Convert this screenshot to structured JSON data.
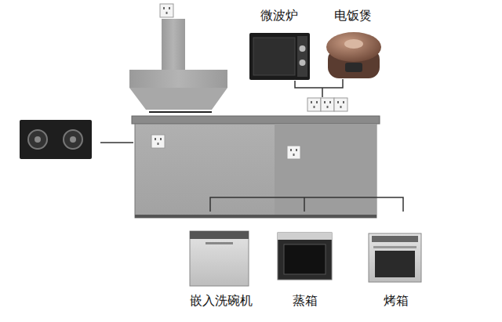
{
  "diagram": {
    "nodes": [
      {
        "text": [
          "微波炉"
        ]
      },
      {
        "text": [
          "电饭煲"
        ]
      },
      {
        "text": [
          "嵌入洗碗机"
        ]
      },
      {
        "text": [
          "蒸箱"
        ]
      },
      {
        "text": [
          "烤箱"
        ]
      }
    ]
  }
}
